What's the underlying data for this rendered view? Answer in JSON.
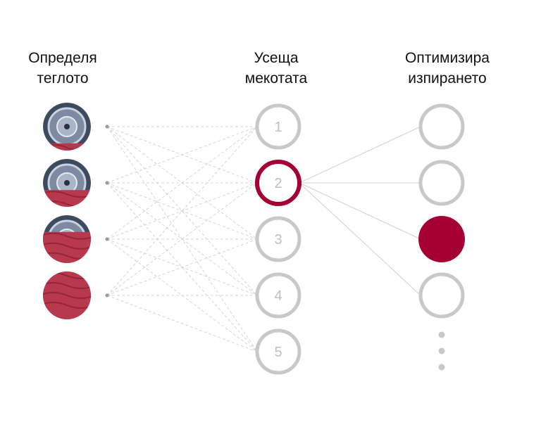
{
  "columns": [
    {
      "id": "load",
      "title_lines": [
        "Определя",
        "теглото"
      ]
    },
    {
      "id": "fabric",
      "title_lines": [
        "Усеща",
        "мекотата"
      ]
    },
    {
      "id": "rinse",
      "title_lines": [
        "Оптимизира",
        "изпирането"
      ]
    }
  ],
  "load_levels": [
    {
      "level": 1,
      "fill": 0.15
    },
    {
      "level": 2,
      "fill": 0.35
    },
    {
      "level": 3,
      "fill": 0.65
    },
    {
      "level": 4,
      "fill": 1.0
    }
  ],
  "softness_levels": [
    "1",
    "2",
    "3",
    "4",
    "5"
  ],
  "selected_softness": "2",
  "rinse_options": [
    {
      "state": "empty"
    },
    {
      "state": "empty"
    },
    {
      "state": "filled"
    },
    {
      "state": "empty"
    }
  ],
  "more_indicator": "ellipsis-vertical",
  "colors": {
    "accent": "#a50034",
    "ring": "#c8c8c8",
    "label": "#c0c0c0",
    "dashed_line": "#d4d4d4",
    "solid_line": "#d0d0d0",
    "node_dot": "#999999",
    "drum_metal": "#7d8aa0",
    "fabric": "#b8394d"
  }
}
